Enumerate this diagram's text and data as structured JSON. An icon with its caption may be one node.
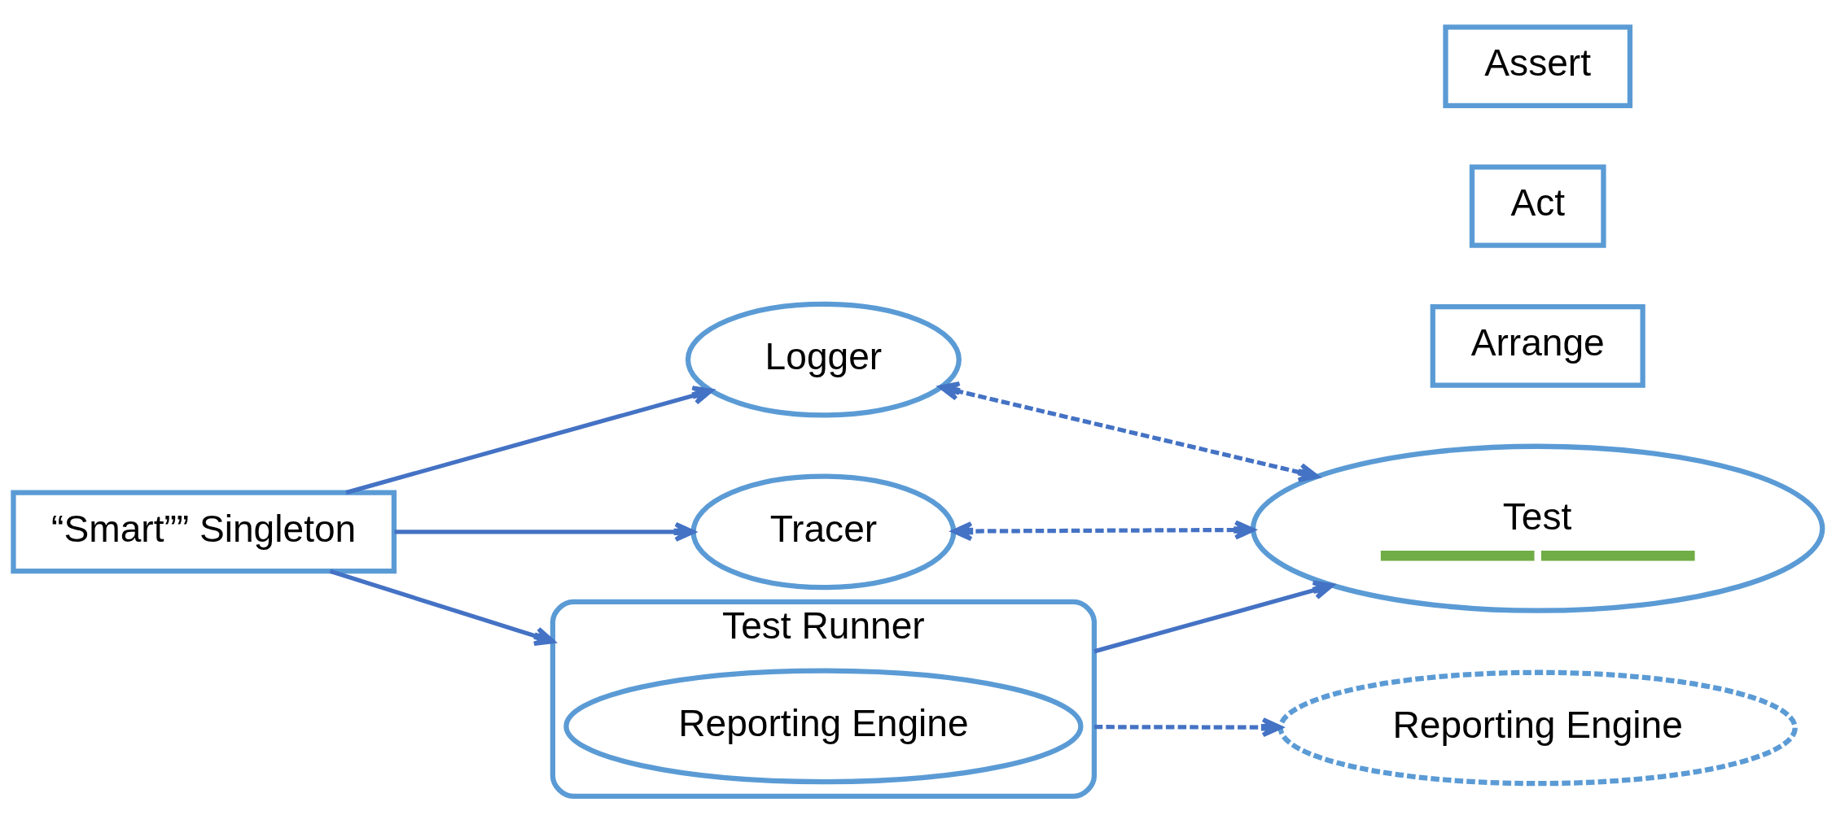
{
  "diagram": {
    "nodes": [
      {
        "text": [
          "“Smart”” Singleton"
        ]
      },
      {
        "text": [
          "Logger"
        ]
      },
      {
        "text": [
          "Tracer"
        ]
      },
      {
        "text": [
          "Test Runner"
        ]
      },
      {
        "text": [
          "Reporting Engine"
        ],
        "in": 3
      },
      {
        "text": [
          "Reporting Engine"
        ]
      },
      {
        "text": [
          "Test"
        ]
      },
      {
        "text": [
          "Arrange"
        ]
      },
      {
        "text": [
          "Act"
        ]
      },
      {
        "text": [
          "Assert"
        ]
      }
    ],
    "edges": [
      {
        "from": 0,
        "to": 1,
        "arrow": "to"
      },
      {
        "from": 0,
        "to": 2,
        "arrow": "to"
      },
      {
        "from": 0,
        "to": 3,
        "arrow": "to"
      },
      {
        "from": 6,
        "to": 1,
        "arrow": "both",
        "style": "dashed"
      },
      {
        "from": 6,
        "to": 2,
        "arrow": "both",
        "style": "dashed"
      },
      {
        "from": 3,
        "to": 6,
        "arrow": "to"
      },
      {
        "from": 3,
        "to": 5,
        "arrow": "to",
        "style": "dashed"
      }
    ]
  }
}
